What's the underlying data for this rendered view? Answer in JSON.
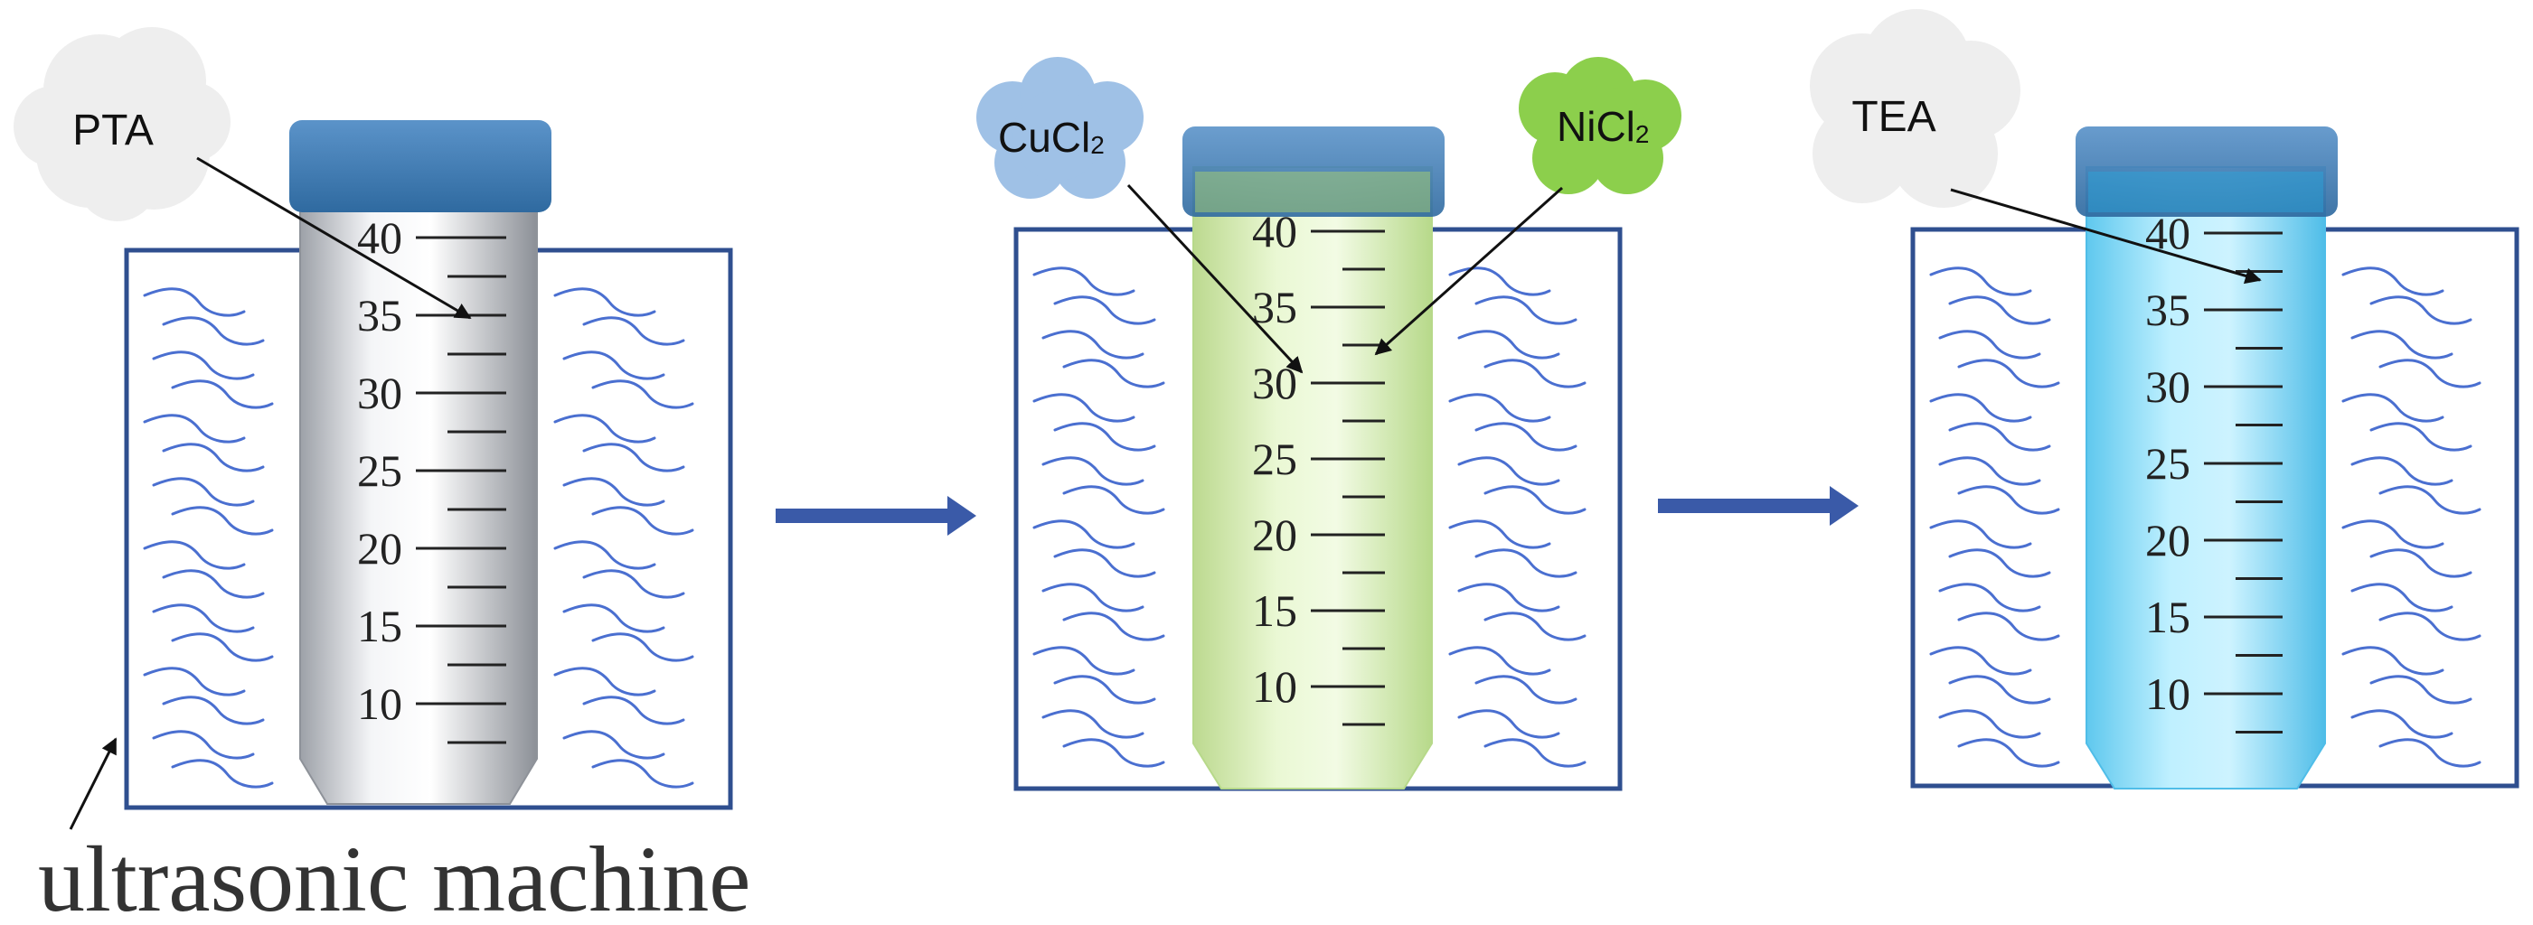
{
  "labels": {
    "reagent_1": "PTA",
    "reagent_2_main": "CuCl",
    "reagent_2_sub": "2",
    "reagent_3_main": "NiCl",
    "reagent_3_sub": "2",
    "reagent_4": "TEA",
    "machine": "ultrasonic machine"
  },
  "scale": [
    "40",
    "35",
    "30",
    "25",
    "20",
    "15",
    "10"
  ],
  "colors": {
    "frame": "#2f4f8f",
    "wave": "#4a6fd0",
    "arrow": "#3a5aa8",
    "cap": "#4a80b8",
    "tube1": "#c9ccd3",
    "tube2": "#d6efb0",
    "tube3": "#8fdcf3",
    "cloud_gray": "#eeeeee",
    "cloud_blue": "#9fc1e6",
    "cloud_green": "#8ccf4c"
  }
}
